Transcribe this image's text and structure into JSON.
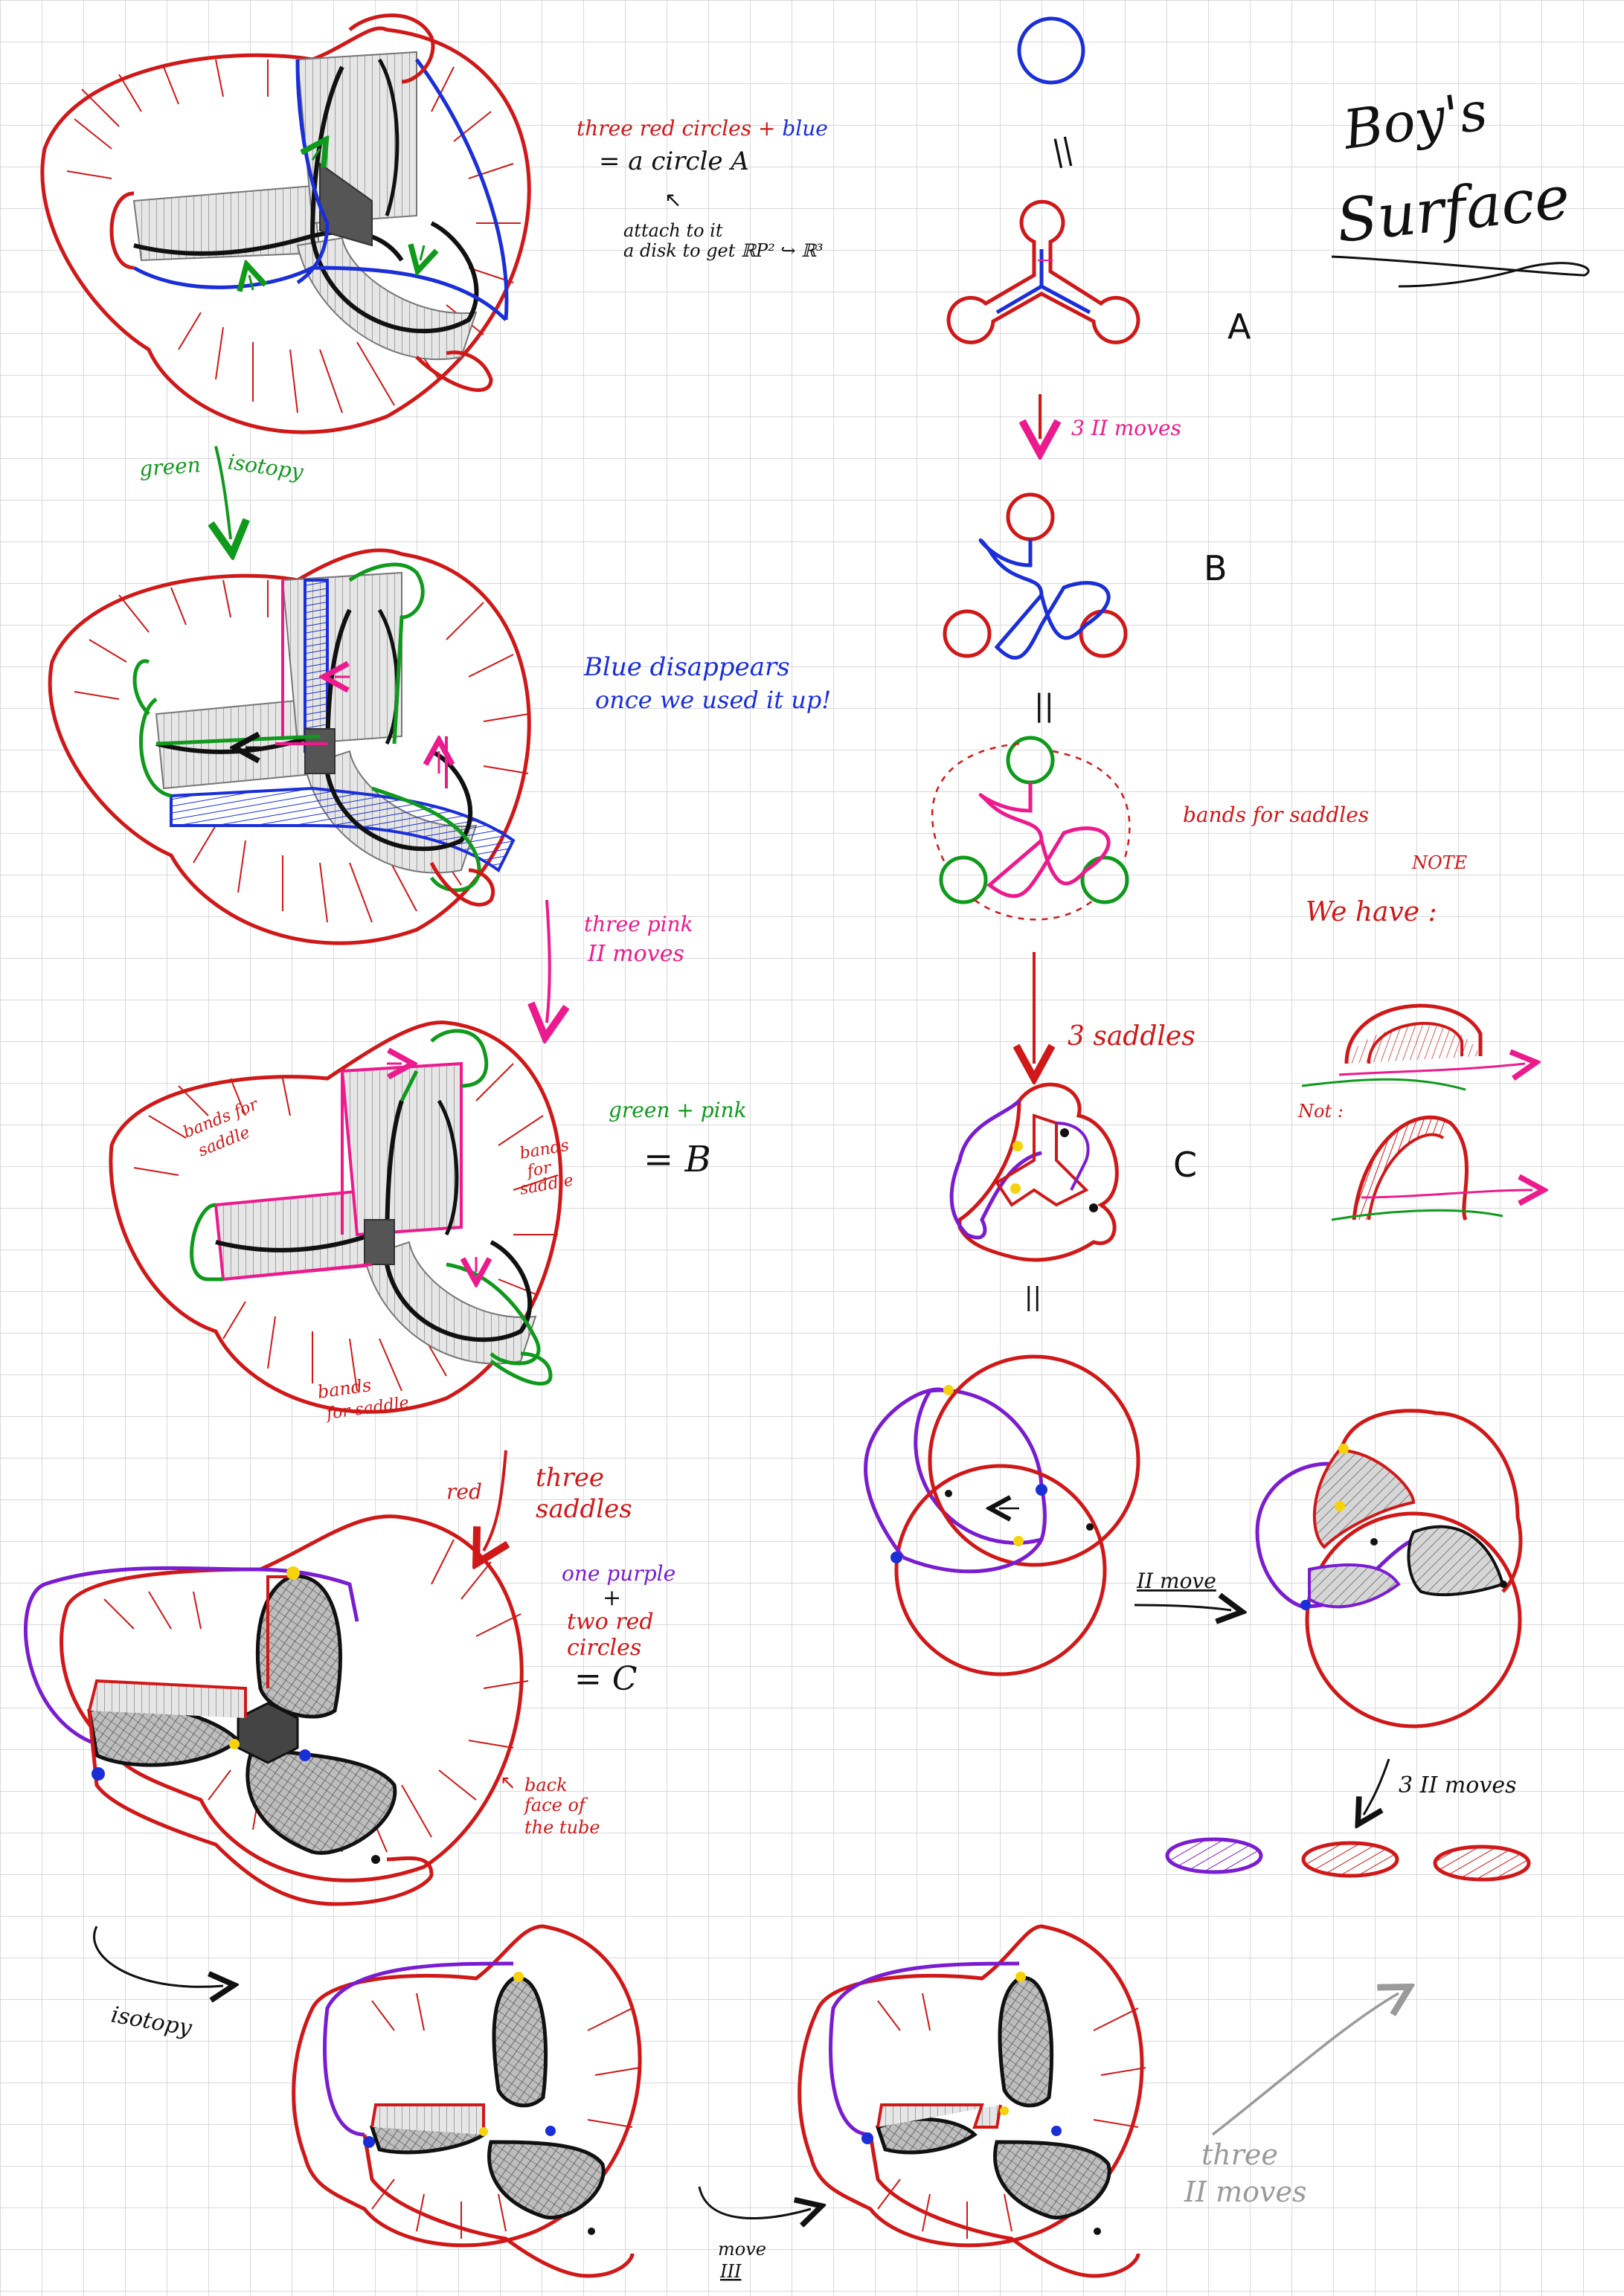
{
  "title": {
    "line1": "Boy's",
    "line2": "Surface"
  },
  "colors": {
    "red": "#d01818",
    "blue": "#1a2fd8",
    "green": "#0f9a1c",
    "pink": "#ec1a8c",
    "purple": "#7a1cd0",
    "yellow": "#f5d20a",
    "gray": "#9a9a9a",
    "black": "#111111"
  },
  "left_notes": {
    "step1_line1_red": "three red circles + ",
    "step1_line1_blue": "blue",
    "step1_line2": "= a circle A",
    "step1_line3": "attach to it",
    "step1_line4": "a disk to get ℝP² ↪ ℝ³",
    "arrow1_line1": "green",
    "arrow1_line2": "isotopy",
    "step2_line1": "Blue disappears",
    "step2_line2": "once we used it up!",
    "arrow2_line1": "three pink",
    "arrow2_line2": "II moves",
    "step3_line1": "green + pink",
    "step3_line2": "= B",
    "step3_bands_a1": "bands for",
    "step3_bands_a2": "saddle",
    "step3_bands_b1": "bands",
    "step3_bands_b2": "for",
    "step3_bands_b3": "saddle",
    "step3_bands_c1": "bands",
    "step3_bands_c2": "for saddle",
    "arrow3_red": "red",
    "arrow3_line1": "three",
    "arrow3_line2": "saddles",
    "step4_line1": "one purple",
    "step4_line2": "+",
    "step4_line3": "two red",
    "step4_line4": "circles",
    "step4_line5": "= C",
    "step4_back1": "back",
    "step4_back2": "face of",
    "step4_back3": "the tube",
    "isotopy": "isotopy",
    "move3_line1": "move",
    "move3_line2": "III",
    "three_moves_line1": "three",
    "three_moves_line2": "II moves"
  },
  "right_notes": {
    "equals1": "||",
    "label_a": "A",
    "arrow_a": "3 II moves",
    "label_b": "B",
    "equals2": "||",
    "bands_for_saddles": "bands for saddles",
    "arrow_saddles": "3 saddles",
    "label_c": "C",
    "equals3": "||",
    "note_title": "NOTE",
    "we_have": "We have :",
    "not": "Not :",
    "ii_move": "II move",
    "three_ii_moves": "3 II moves"
  },
  "icons": [
    "up-arrow-icon",
    "down-arrow-icon",
    "curved-arrow-icon"
  ]
}
